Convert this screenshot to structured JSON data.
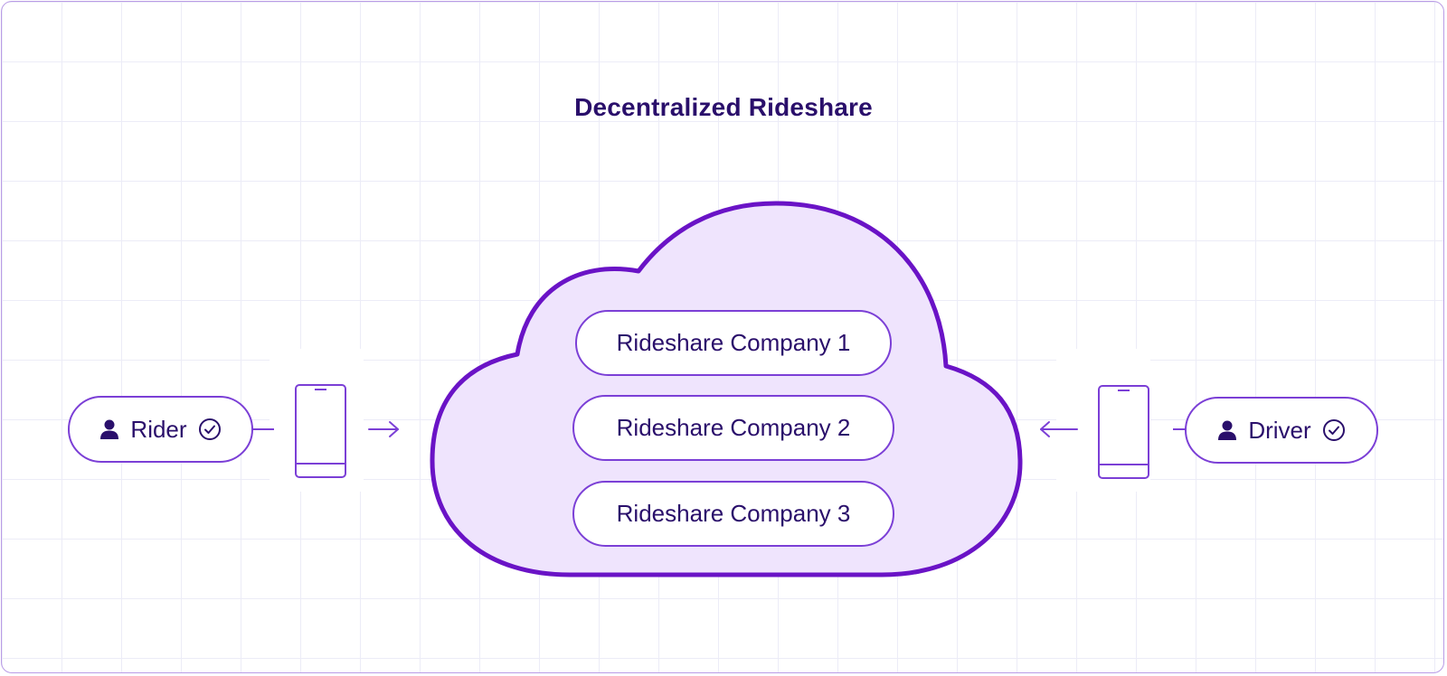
{
  "diagram": {
    "title": "Decentralized Rideshare",
    "rider": {
      "label": "Rider",
      "icons": [
        "person-icon",
        "check-circle-icon"
      ]
    },
    "driver": {
      "label": "Driver",
      "icons": [
        "person-icon",
        "check-circle-icon"
      ]
    },
    "companies": [
      {
        "label": "Rideshare Company 1"
      },
      {
        "label": "Rideshare Company 2"
      },
      {
        "label": "Rideshare Company 3"
      }
    ],
    "devices": [
      "phone-icon",
      "phone-icon"
    ],
    "arrows": [
      "arrow-right-icon",
      "arrow-left-icon"
    ]
  },
  "colors": {
    "accent": "#6a13c6",
    "accent_light": "#7b3fd6",
    "cloud_fill": "#efe4fd",
    "text": "#2a0f6b",
    "grid": "#ececf7"
  }
}
